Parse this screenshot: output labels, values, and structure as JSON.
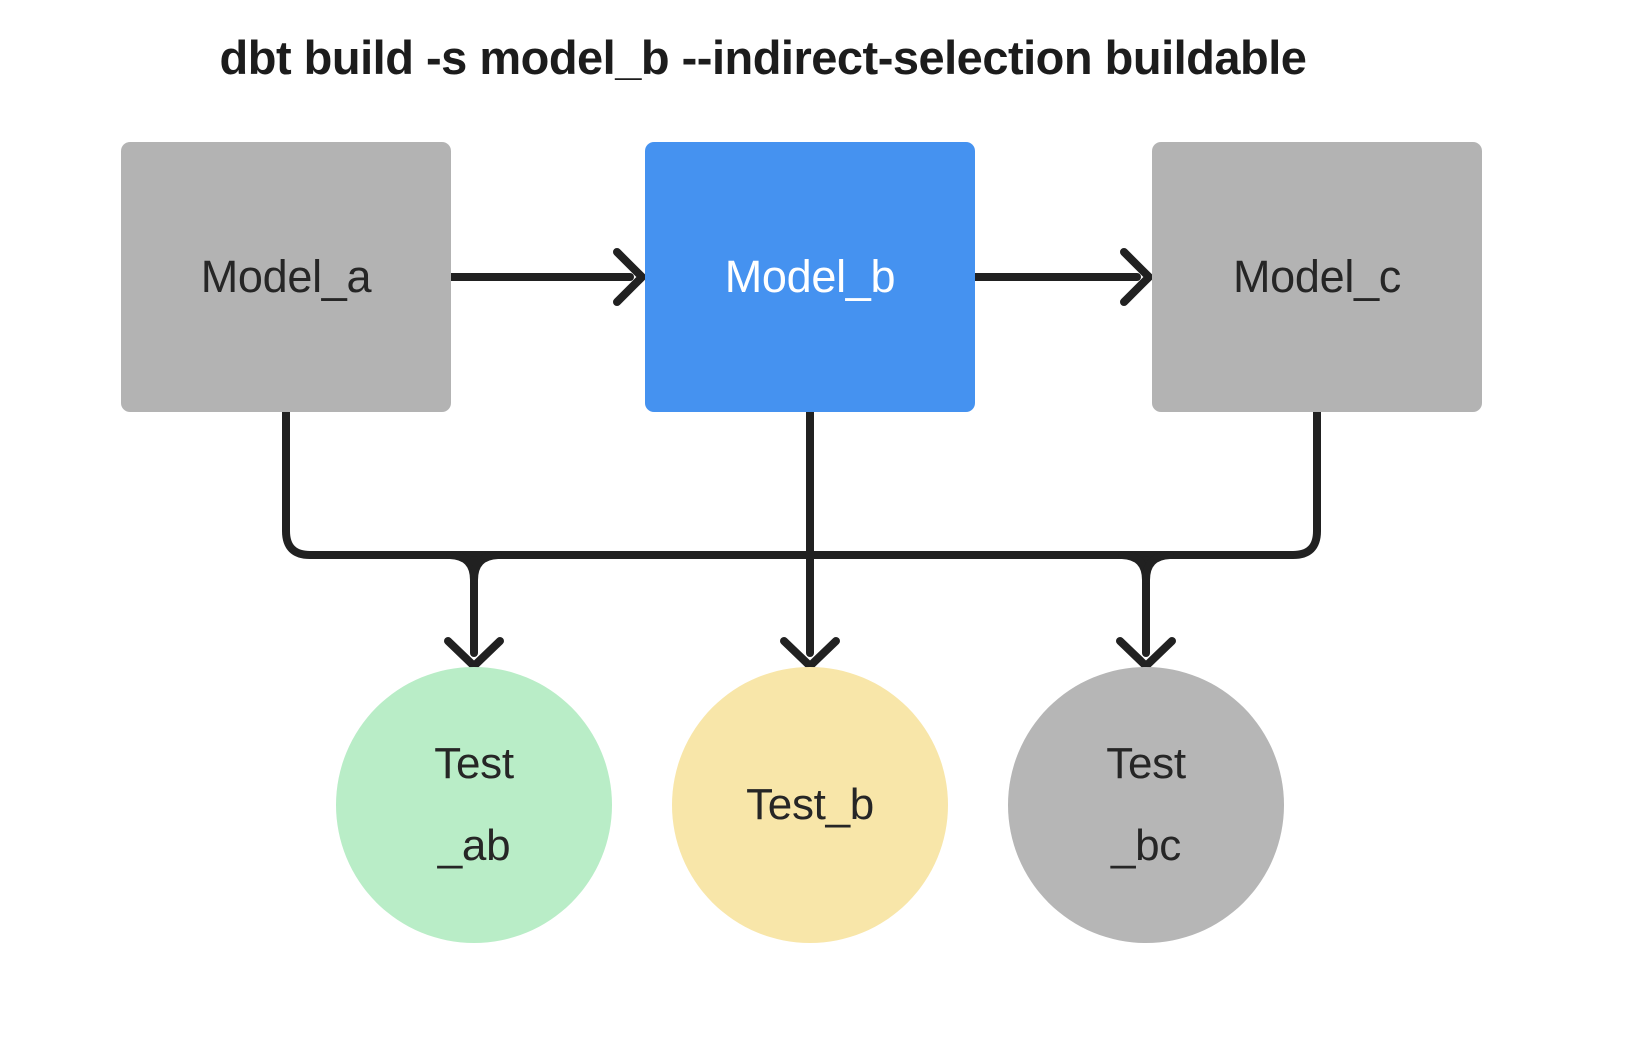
{
  "title": "dbt build -s model_b --indirect-selection buildable",
  "colors": {
    "background": "#ffffff",
    "title_text": "#1c1c1c",
    "edge": "#212121",
    "model_gray": "#b3b3b3",
    "model_blue": "#4592f0",
    "test_green": "#b9edc7",
    "test_yellow": "#f8e6a9",
    "test_gray": "#b6b6b6",
    "dark_text": "#262626",
    "light_text": "#ffffff"
  },
  "nodes": {
    "models": [
      {
        "id": "model_a",
        "label": "Model_a",
        "fill": "#b3b3b3",
        "text": "#262626"
      },
      {
        "id": "model_b",
        "label": "Model_b",
        "fill": "#4592f0",
        "text": "#ffffff"
      },
      {
        "id": "model_c",
        "label": "Model_c",
        "fill": "#b3b3b3",
        "text": "#262626"
      }
    ],
    "tests": [
      {
        "id": "test_ab",
        "lines": [
          "Test",
          "_ab"
        ],
        "fill": "#b9edc7",
        "text": "#262626"
      },
      {
        "id": "test_b",
        "lines": [
          "Test_b"
        ],
        "fill": "#f8e6a9",
        "text": "#262626"
      },
      {
        "id": "test_bc",
        "lines": [
          "Test",
          "_bc"
        ],
        "fill": "#b6b6b6",
        "text": "#262626"
      }
    ]
  },
  "edges": [
    {
      "from": "model_a",
      "to": "model_b"
    },
    {
      "from": "model_b",
      "to": "model_c"
    },
    {
      "from": "model_a",
      "to": "test_ab"
    },
    {
      "from": "model_b",
      "to": "test_ab"
    },
    {
      "from": "model_b",
      "to": "test_b"
    },
    {
      "from": "model_b",
      "to": "test_bc"
    },
    {
      "from": "model_c",
      "to": "test_bc"
    }
  ]
}
